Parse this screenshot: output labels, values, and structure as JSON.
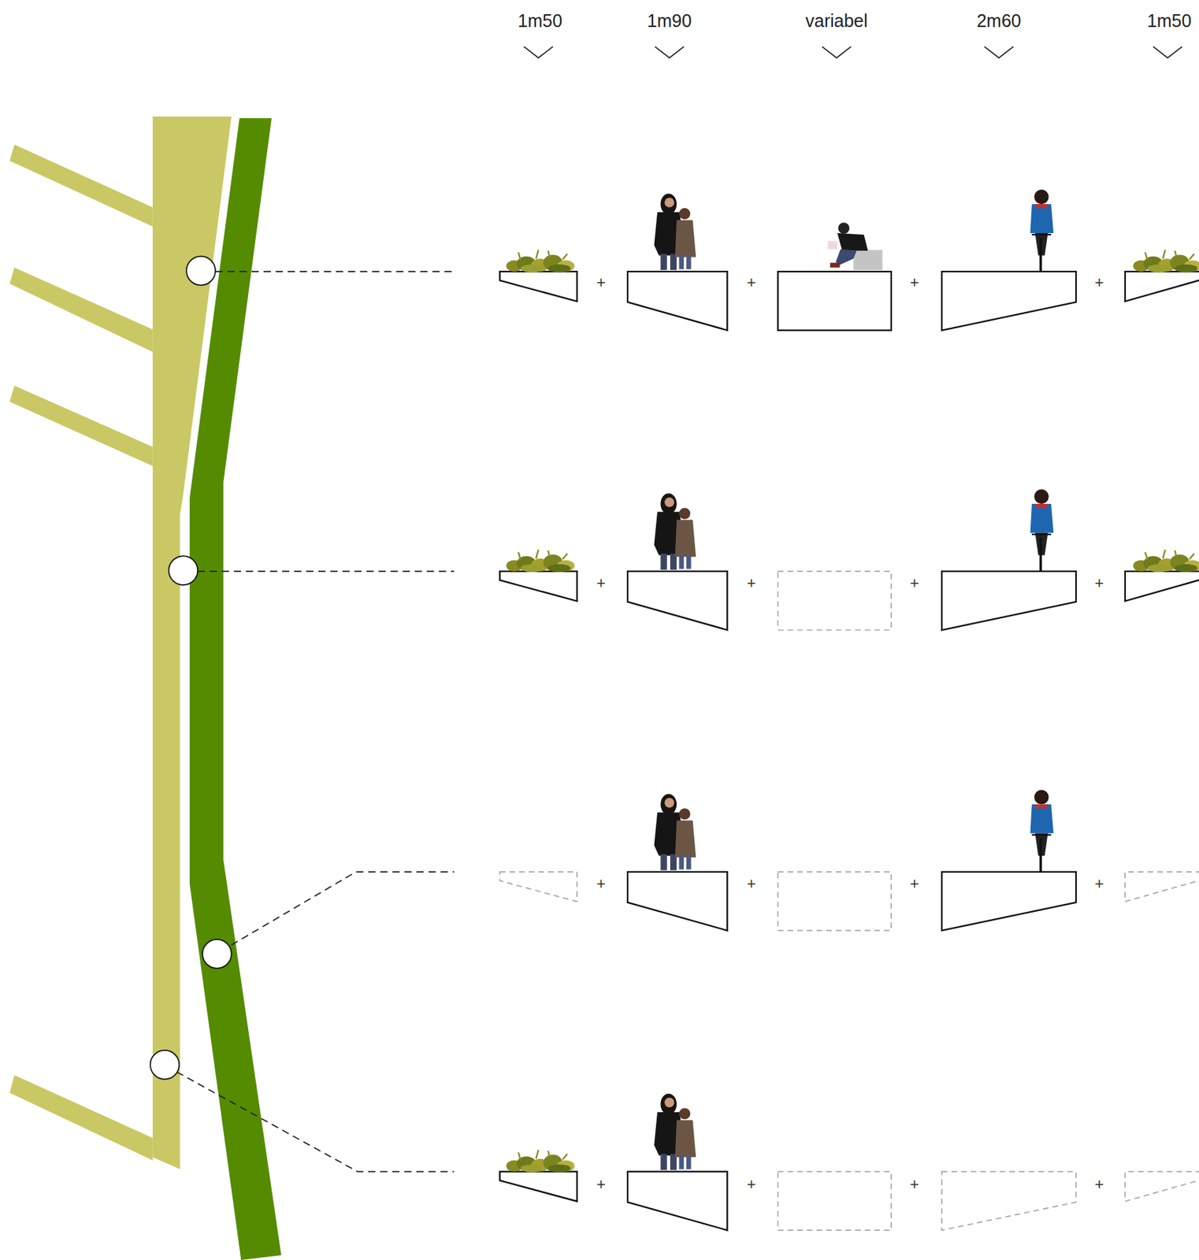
{
  "diagram": {
    "labels": [
      "1m50",
      "1m90",
      "variabel",
      "2m60",
      "1m50",
      "+",
      "+",
      "+",
      "+",
      "+",
      "+",
      "+",
      "+",
      "+",
      "+",
      "+",
      "+",
      "+",
      "+",
      "+",
      "+"
    ]
  }
}
